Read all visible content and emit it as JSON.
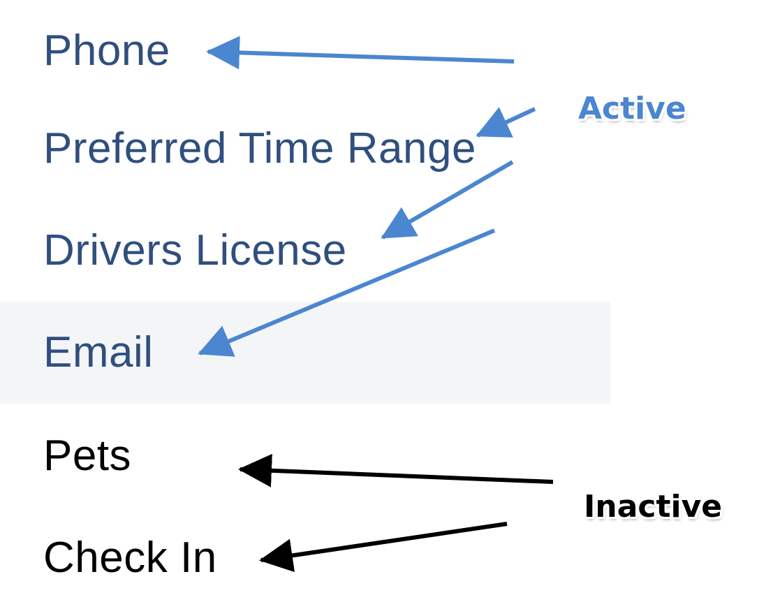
{
  "menu": {
    "items": [
      {
        "label": "Phone",
        "state": "active"
      },
      {
        "label": "Preferred Time Range",
        "state": "active"
      },
      {
        "label": "Drivers License",
        "state": "active"
      },
      {
        "label": "Email",
        "state": "active",
        "hovered": true
      },
      {
        "label": "Pets",
        "state": "inactive"
      },
      {
        "label": "Check In",
        "state": "inactive"
      }
    ]
  },
  "annotations": {
    "active_label": "Active",
    "inactive_label": "Inactive",
    "active_color": "#4b86d0",
    "inactive_color": "#000000"
  },
  "colors": {
    "active_text": "#2f4f7e",
    "inactive_text": "#000000",
    "hover_background": "#f4f5f7"
  }
}
